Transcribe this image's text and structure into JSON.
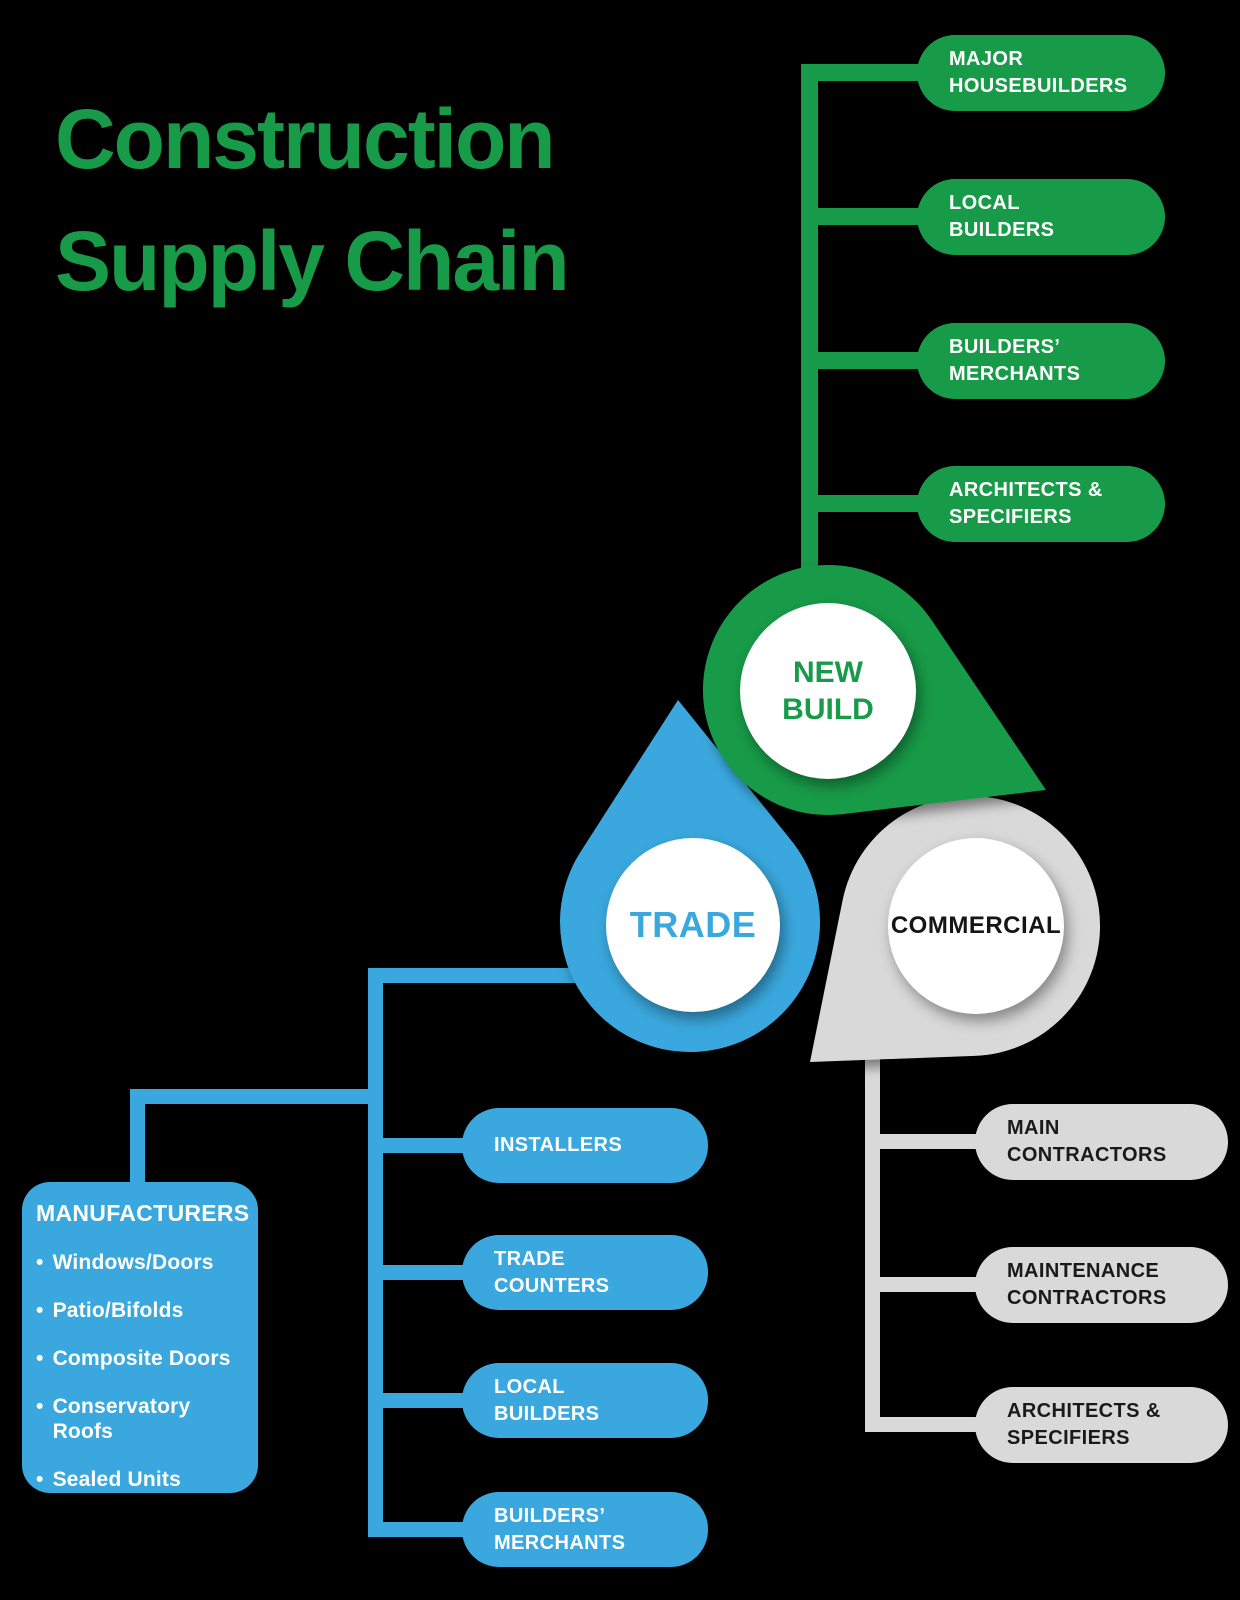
{
  "colors": {
    "green": "#189B48",
    "blue": "#3AA8DE",
    "gray": "#D9D9D9",
    "white": "#FFFFFF",
    "dark_text": "#1A1A1A",
    "background": "#000000"
  },
  "title": {
    "line1": "Construction",
    "line2": "Supply Chain"
  },
  "new_build": {
    "label": "NEW BUILD",
    "items": [
      "MAJOR HOUSEBUILDERS",
      "LOCAL BUILDERS",
      "BUILDERS’ MERCHANTS",
      "ARCHITECTS & SPECIFIERS"
    ]
  },
  "trade": {
    "label": "TRADE",
    "items": [
      "INSTALLERS",
      "TRADE COUNTERS",
      "LOCAL BUILDERS",
      "BUILDERS’ MERCHANTS"
    ],
    "manufacturers": {
      "title": "MANUFACTURERS",
      "bullet_char": "•",
      "bullets": [
        "Windows/Doors",
        "Patio/Bifolds",
        "Composite Doors",
        "Conservatory Roofs",
        "Sealed Units"
      ]
    }
  },
  "commercial": {
    "label": "COMMERCIAL",
    "items": [
      "MAIN CONTRACTORS",
      "MAINTENANCE CONTRACTORS",
      "ARCHITECTS & SPECIFIERS"
    ]
  }
}
